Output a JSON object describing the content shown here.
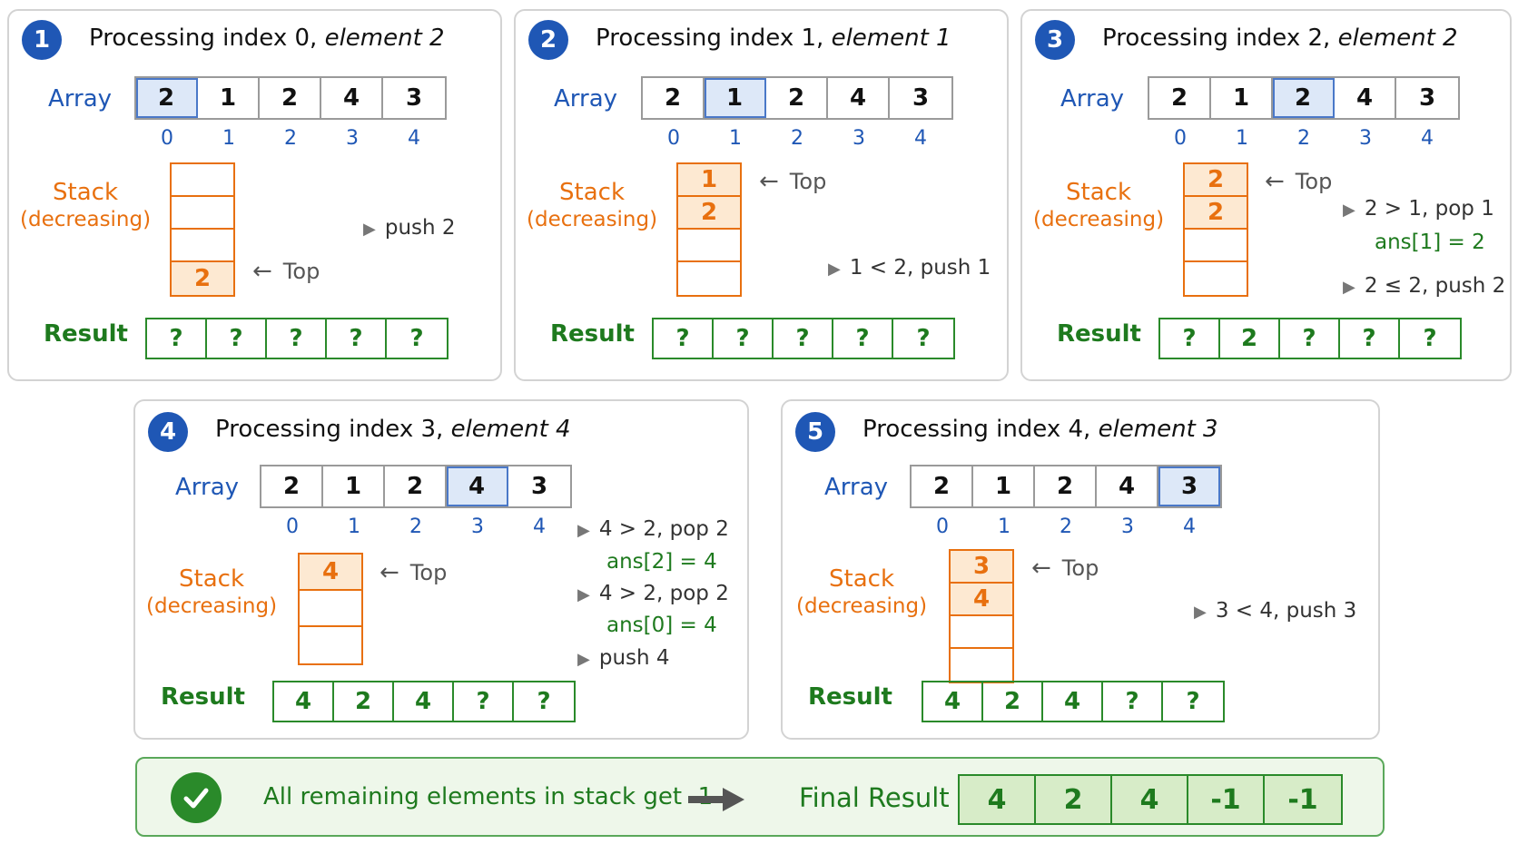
{
  "labels": {
    "array": "Array",
    "stack": "Stack",
    "stack_sub": "(decreasing)",
    "result": "Result",
    "top": "Top"
  },
  "steps": [
    {
      "num": "1",
      "title_pre": "Processing index 0, ",
      "title_em": "element 2",
      "array": [
        "2",
        "1",
        "2",
        "4",
        "3"
      ],
      "highlight": 0,
      "indices": [
        "0",
        "1",
        "2",
        "3",
        "4"
      ],
      "stack": [
        "",
        "",
        "",
        "2"
      ],
      "result": [
        "?",
        "?",
        "?",
        "?",
        "?"
      ],
      "notes": [
        {
          "text": "push 2",
          "green": false,
          "tri": true
        }
      ]
    },
    {
      "num": "2",
      "title_pre": "Processing index 1, ",
      "title_em": "element 1",
      "array": [
        "2",
        "1",
        "2",
        "4",
        "3"
      ],
      "highlight": 1,
      "indices": [
        "0",
        "1",
        "2",
        "3",
        "4"
      ],
      "stack": [
        "1",
        "2",
        "",
        ""
      ],
      "result": [
        "?",
        "?",
        "?",
        "?",
        "?"
      ],
      "notes": [
        {
          "text": "1 < 2, push 1",
          "green": false,
          "tri": true
        }
      ]
    },
    {
      "num": "3",
      "title_pre": "Processing index 2, ",
      "title_em": "element 2",
      "array": [
        "2",
        "1",
        "2",
        "4",
        "3"
      ],
      "highlight": 2,
      "indices": [
        "0",
        "1",
        "2",
        "3",
        "4"
      ],
      "stack": [
        "2",
        "2",
        "",
        ""
      ],
      "result": [
        "?",
        "2",
        "?",
        "?",
        "?"
      ],
      "notes": [
        {
          "text": "2 > 1, pop 1",
          "green": false,
          "tri": true
        },
        {
          "text": "ans[1] = 2",
          "green": true,
          "tri": false
        },
        {
          "text": "2 ≤ 2, push 2",
          "green": false,
          "tri": true
        }
      ]
    },
    {
      "num": "4",
      "title_pre": "Processing index 3, ",
      "title_em": "element 4",
      "array": [
        "2",
        "1",
        "2",
        "4",
        "3"
      ],
      "highlight": 3,
      "indices": [
        "0",
        "1",
        "2",
        "3",
        "4"
      ],
      "stack": [
        "4",
        "",
        ""
      ],
      "result": [
        "4",
        "2",
        "4",
        "?",
        "?"
      ],
      "notes": [
        {
          "text": "4 > 2, pop 2",
          "green": false,
          "tri": true
        },
        {
          "text": "ans[2] = 4",
          "green": true,
          "tri": false
        },
        {
          "text": "4 > 2, pop 2",
          "green": false,
          "tri": true
        },
        {
          "text": "ans[0] = 4",
          "green": true,
          "tri": false
        },
        {
          "text": "push 4",
          "green": false,
          "tri": true
        }
      ]
    },
    {
      "num": "5",
      "title_pre": "Processing index 4, ",
      "title_em": "element 3",
      "array": [
        "2",
        "1",
        "2",
        "4",
        "3"
      ],
      "highlight": 4,
      "indices": [
        "0",
        "1",
        "2",
        "3",
        "4"
      ],
      "stack": [
        "3",
        "4",
        "",
        ""
      ],
      "result": [
        "4",
        "2",
        "4",
        "?",
        "?"
      ],
      "notes": [
        {
          "text": "3 < 4, push 3",
          "green": false,
          "tri": true
        }
      ]
    }
  ],
  "final": {
    "text": "All remaining elements in stack get -1",
    "label": "Final Result",
    "values": [
      "4",
      "2",
      "4",
      "-1",
      "-1"
    ]
  },
  "colors": {
    "blue": "#1f57b5",
    "orange": "#e8700f",
    "green": "#1e7a1e",
    "highlight": "#dde8f8",
    "stack_fill": "#fde9d2"
  },
  "icons": [
    "check-icon",
    "right-arrow-icon",
    "left-arrow-icon",
    "triangle-bullet-icon"
  ]
}
